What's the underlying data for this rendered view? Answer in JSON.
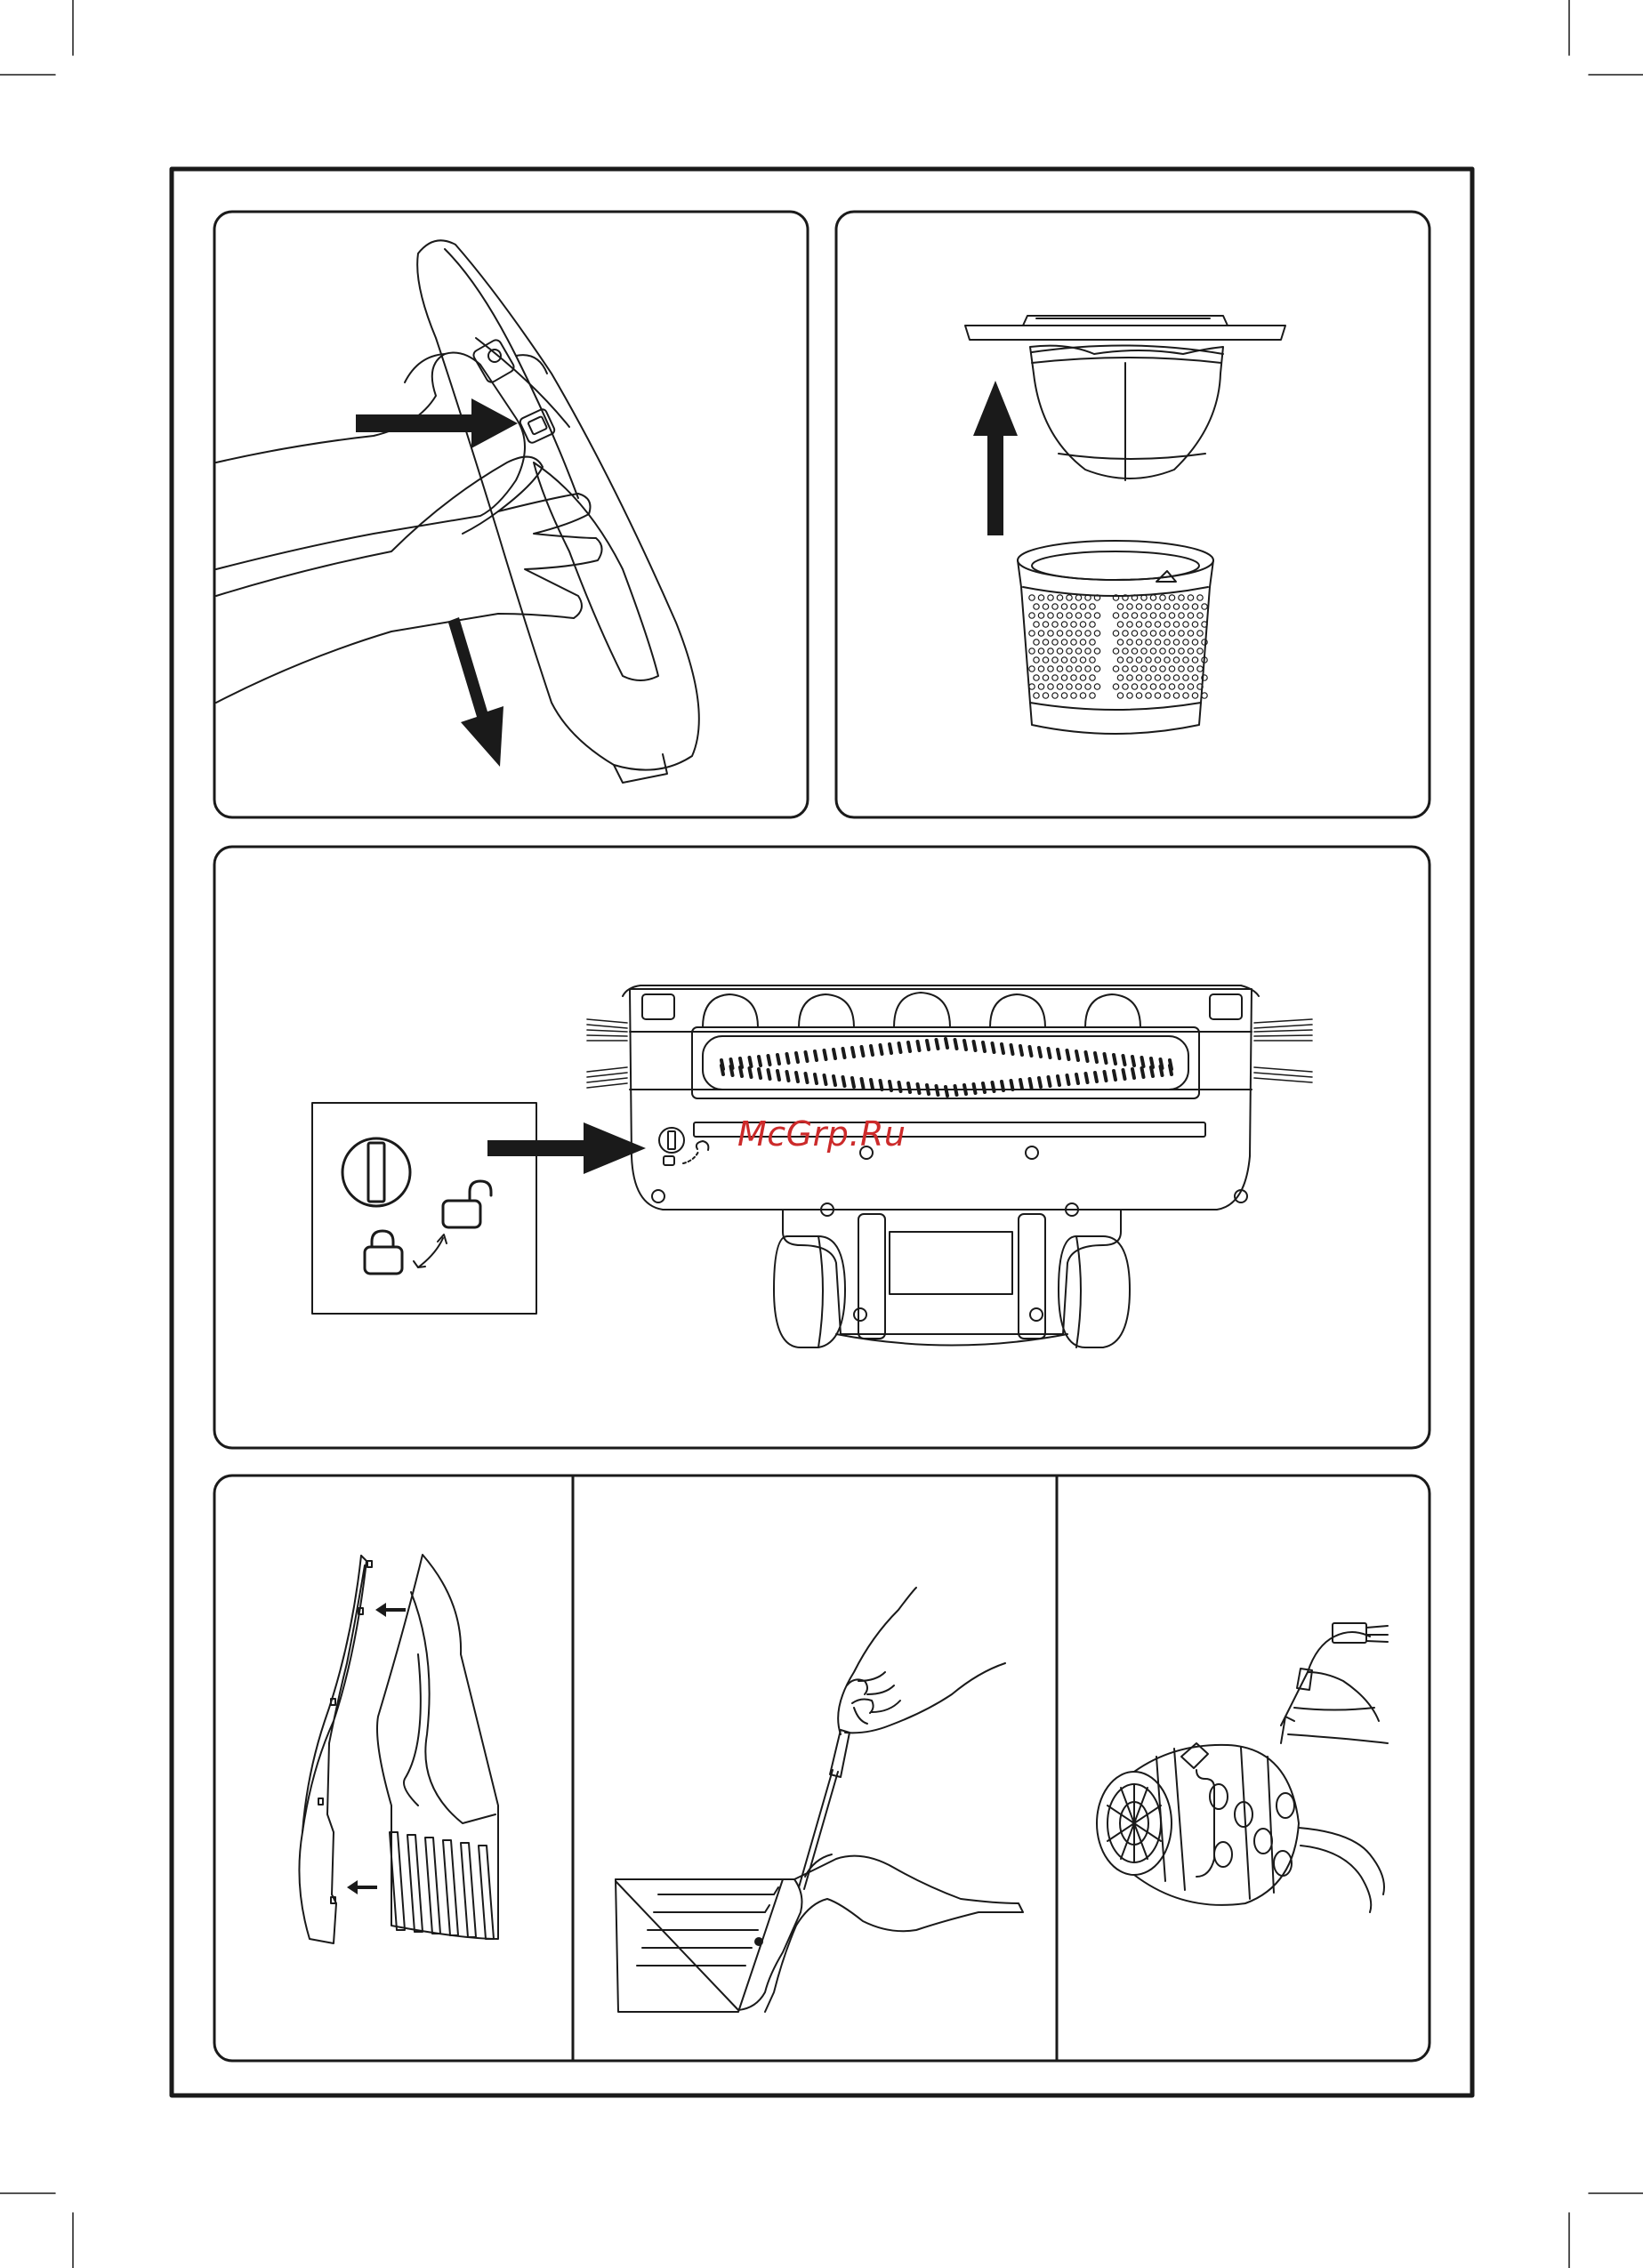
{
  "watermark": {
    "text": "McGrp.Ru"
  },
  "footer": {
    "text": ""
  },
  "colors": {
    "line": "#1a1a1a",
    "watermark": "#cc2a2a",
    "background": "#ffffff"
  },
  "panels": [
    {
      "id": "remove-dust-bowl",
      "icons": [
        "hand-icon",
        "release-button-icon",
        "arrow-right-icon",
        "arrow-down-icon"
      ]
    },
    {
      "id": "remove-filter",
      "icons": [
        "filter-lid-icon",
        "filter-cup-icon",
        "mesh-basket-icon",
        "arrow-up-icon"
      ]
    },
    {
      "id": "brush-roll-lock",
      "icons": [
        "floor-head-icon",
        "brush-roll-icon",
        "lock-dial-icon",
        "lock-closed-icon",
        "lock-open-icon",
        "arrow-right-icon"
      ]
    },
    {
      "id": "housing-panels",
      "icons": [
        "housing-shell-icon",
        "arrow-left-icon"
      ]
    },
    {
      "id": "screwdriver-step",
      "icons": [
        "hand-icon",
        "screwdriver-icon",
        "cover-plate-icon"
      ]
    },
    {
      "id": "motor-unit",
      "icons": [
        "motor-icon",
        "wire-connector-icon"
      ]
    }
  ]
}
